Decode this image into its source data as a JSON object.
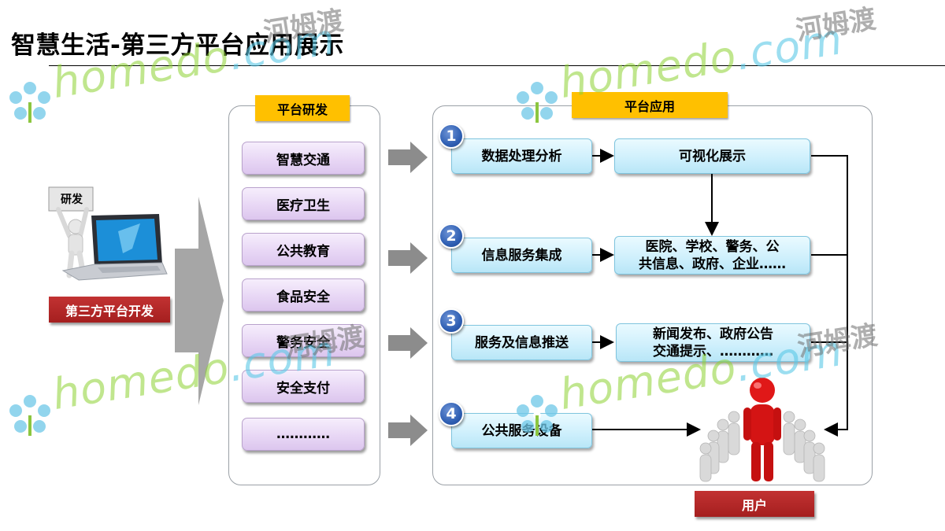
{
  "title": "智慧生活-第三方平台应用展示",
  "dev_sign": "研发",
  "third_party_label": "第三方平台开发",
  "platform_dev": {
    "header": "平台研发",
    "items": [
      "智慧交通",
      "医疗卫生",
      "公共教育",
      "食品安全",
      "警务安全",
      "安全支付",
      "…………"
    ]
  },
  "platform_app": {
    "header": "平台应用",
    "rows": [
      {
        "num": "1",
        "label": "数据处理分析"
      },
      {
        "num": "2",
        "label": "信息服务集成"
      },
      {
        "num": "3",
        "label": "服务及信息推送"
      },
      {
        "num": "4",
        "label": "公共服务设备"
      }
    ],
    "visualization": "可视化展示",
    "institutions": {
      "line1": "医院、学校、警务、公",
      "line2": "共信息、政府、企业……"
    },
    "news": {
      "line1": "新闻发布、政府公告",
      "line2": "交通提示、…………"
    }
  },
  "user_label": "用户",
  "watermark": {
    "latin_a": "homedo",
    "latin_b": ".com",
    "cn": "河姆渡"
  },
  "colors": {
    "yellow": "#ffc000",
    "red": "#a51f1f",
    "blue_circle": "#2f5fb3",
    "purple": "#e8d7f5",
    "light_blue": "#cdeffc"
  }
}
